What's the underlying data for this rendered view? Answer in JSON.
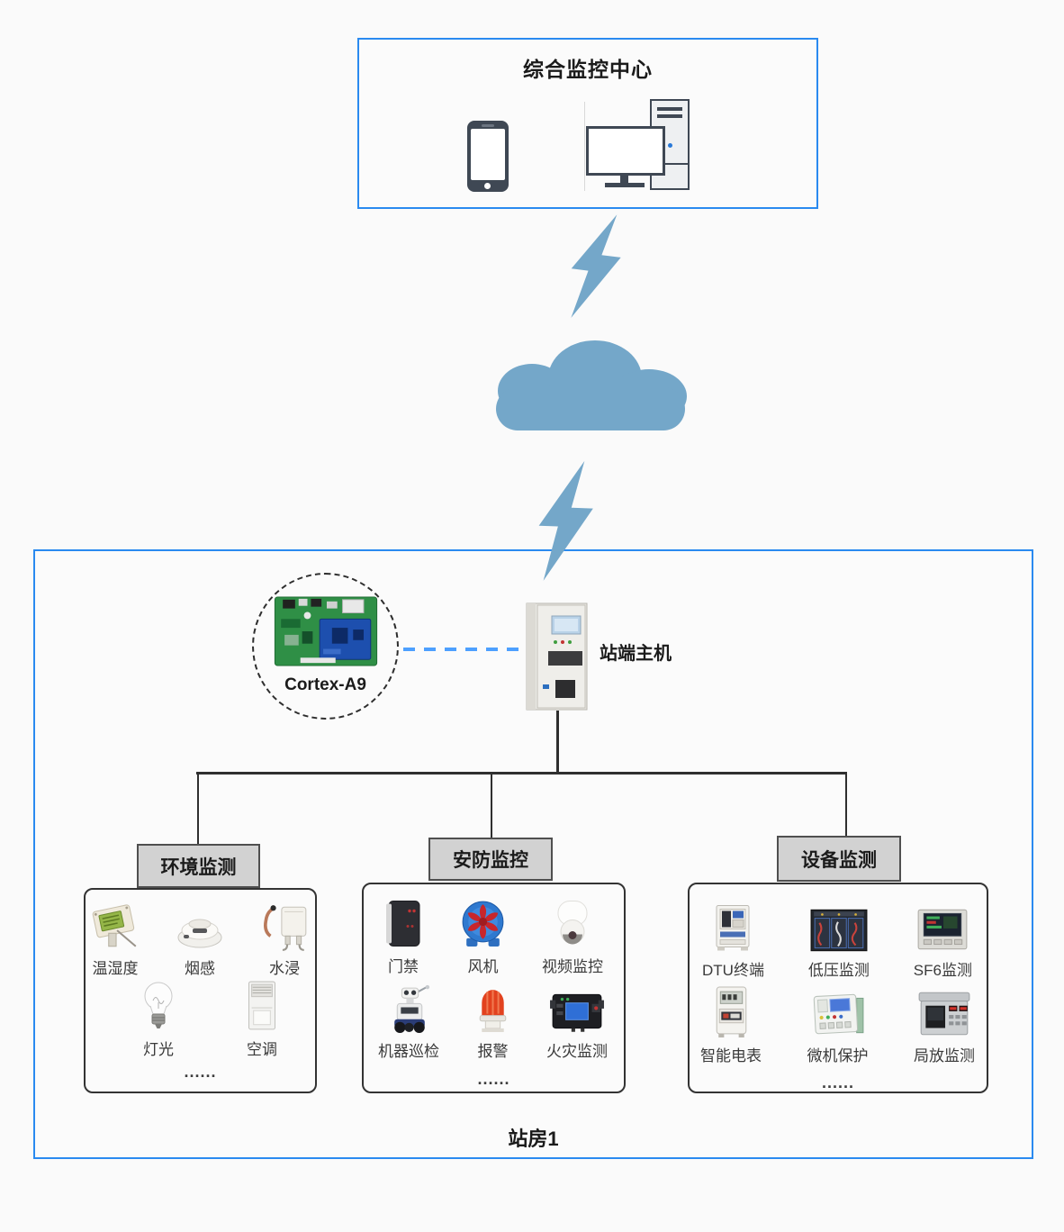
{
  "colors": {
    "frame_blue": "#2a8af0",
    "cloud_blue": "#74a7c9",
    "link_dash_blue": "#4da0ff",
    "header_fill": "#d2d2d2"
  },
  "center": {
    "title": "综合监控中心",
    "icons": [
      "smartphone-icon",
      "desktop-computer-icon"
    ]
  },
  "uplink": {
    "icons": [
      "lightning-bolt-icon",
      "cloud-icon",
      "lightning-bolt-icon"
    ]
  },
  "station": {
    "room_label": "站房1",
    "cortex_label": "Cortex-A9",
    "cortex_icon": "circuit-board-icon",
    "host_label": "站端主机",
    "host_icon": "server-cabinet-icon",
    "groups": [
      {
        "title": "环境监测",
        "more": "......",
        "items": [
          {
            "label": "温湿度",
            "icon": "temp-humidity-sensor-icon"
          },
          {
            "label": "烟感",
            "icon": "smoke-detector-icon"
          },
          {
            "label": "水浸",
            "icon": "water-leak-sensor-icon"
          },
          {
            "label": "灯光",
            "icon": "light-bulb-icon"
          },
          {
            "label": "空调",
            "icon": "air-conditioner-icon"
          }
        ]
      },
      {
        "title": "安防监控",
        "more": "......",
        "items": [
          {
            "label": "门禁",
            "icon": "access-control-icon"
          },
          {
            "label": "风机",
            "icon": "fan-icon"
          },
          {
            "label": "视频监控",
            "icon": "dome-camera-icon"
          },
          {
            "label": "机器巡检",
            "icon": "inspection-robot-icon"
          },
          {
            "label": "报警",
            "icon": "alarm-beacon-icon"
          },
          {
            "label": "火灾监测",
            "icon": "fire-monitor-icon"
          }
        ]
      },
      {
        "title": "设备监测",
        "more": "......",
        "items": [
          {
            "label": "DTU终端",
            "icon": "dtu-terminal-icon"
          },
          {
            "label": "低压监测",
            "icon": "lv-monitor-icon"
          },
          {
            "label": "SF6监测",
            "icon": "sf6-monitor-icon"
          },
          {
            "label": "智能电表",
            "icon": "smart-meter-icon"
          },
          {
            "label": "微机保护",
            "icon": "relay-protection-icon"
          },
          {
            "label": "局放监测",
            "icon": "pd-monitor-icon"
          }
        ]
      }
    ]
  }
}
